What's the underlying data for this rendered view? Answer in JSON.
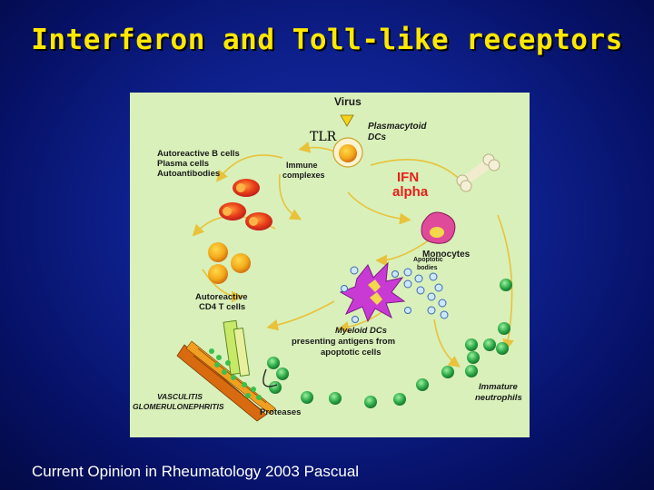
{
  "slide": {
    "title": "Interferon and Toll-like receptors",
    "caption": "Current Opinion in Rheumatology 2003 Pascual"
  },
  "figure": {
    "labels": {
      "virus": "Virus",
      "tlr": "TLR",
      "pdc_1": "Plasmacytoid",
      "pdc_2": "DCs",
      "ifn_1": "IFN",
      "ifn_2": "alpha",
      "b_cells_1": "Autoreactive B cells",
      "b_cells_2": "Plasma cells",
      "b_cells_3": "Autoantibodies",
      "immune_complexes_1": "Immune",
      "immune_complexes_2": "complexes",
      "monocytes": "Monocytes",
      "apoptotic_bodies_1": "Apoptotic",
      "apoptotic_bodies_2": "bodies",
      "t_cells_1": "Autoreactive",
      "t_cells_2": "CD4 T cells",
      "mdc_1": "Myeloid DCs",
      "mdc_2": "presenting antigens from",
      "mdc_3": "apoptotic cells",
      "vasculitis_1": "VASCULITIS",
      "vasculitis_2": "GLOMERULONEPHRITIS",
      "proteases": "Proteases",
      "neutrophils_1": "Immature",
      "neutrophils_2": "neutrophils"
    },
    "colors": {
      "panel_bg": "#d9f0ba",
      "ifn_text": "#e8201a",
      "arrow": "#e8c23a",
      "title": "#ffe800"
    }
  }
}
